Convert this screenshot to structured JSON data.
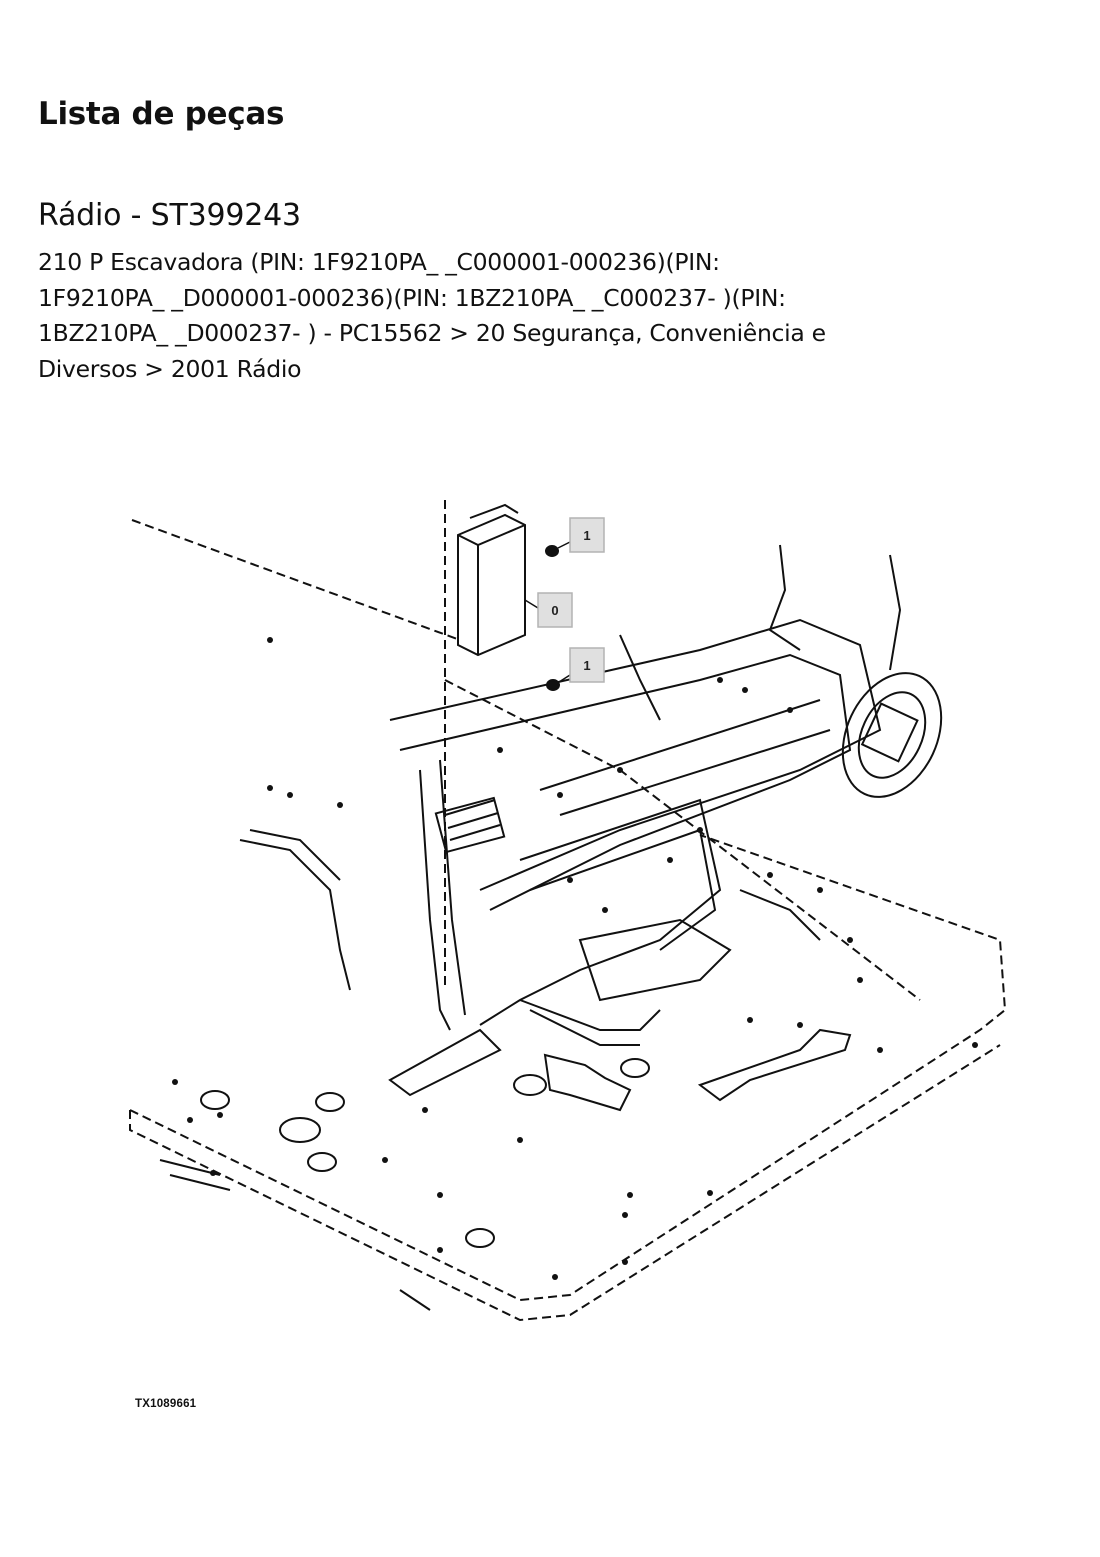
{
  "header": {
    "page_title": "Lista de peças",
    "part_title": "Rádio - ST399243",
    "breadcrumb": "210 P Escavadora (PIN: 1F9210PA_ _C000001-000236)(PIN: 1F9210PA_ _D000001-000236)(PIN: 1BZ210PA_ _C000237- )(PIN: 1BZ210PA_ _D000237- ) - PC15562 > 20 Segurança, Conveniência e Diversos > 2001 Rádio"
  },
  "diagram": {
    "callouts": [
      {
        "label": "1"
      },
      {
        "label": "0"
      },
      {
        "label": "1"
      }
    ],
    "figure_id": "TX1089661"
  }
}
